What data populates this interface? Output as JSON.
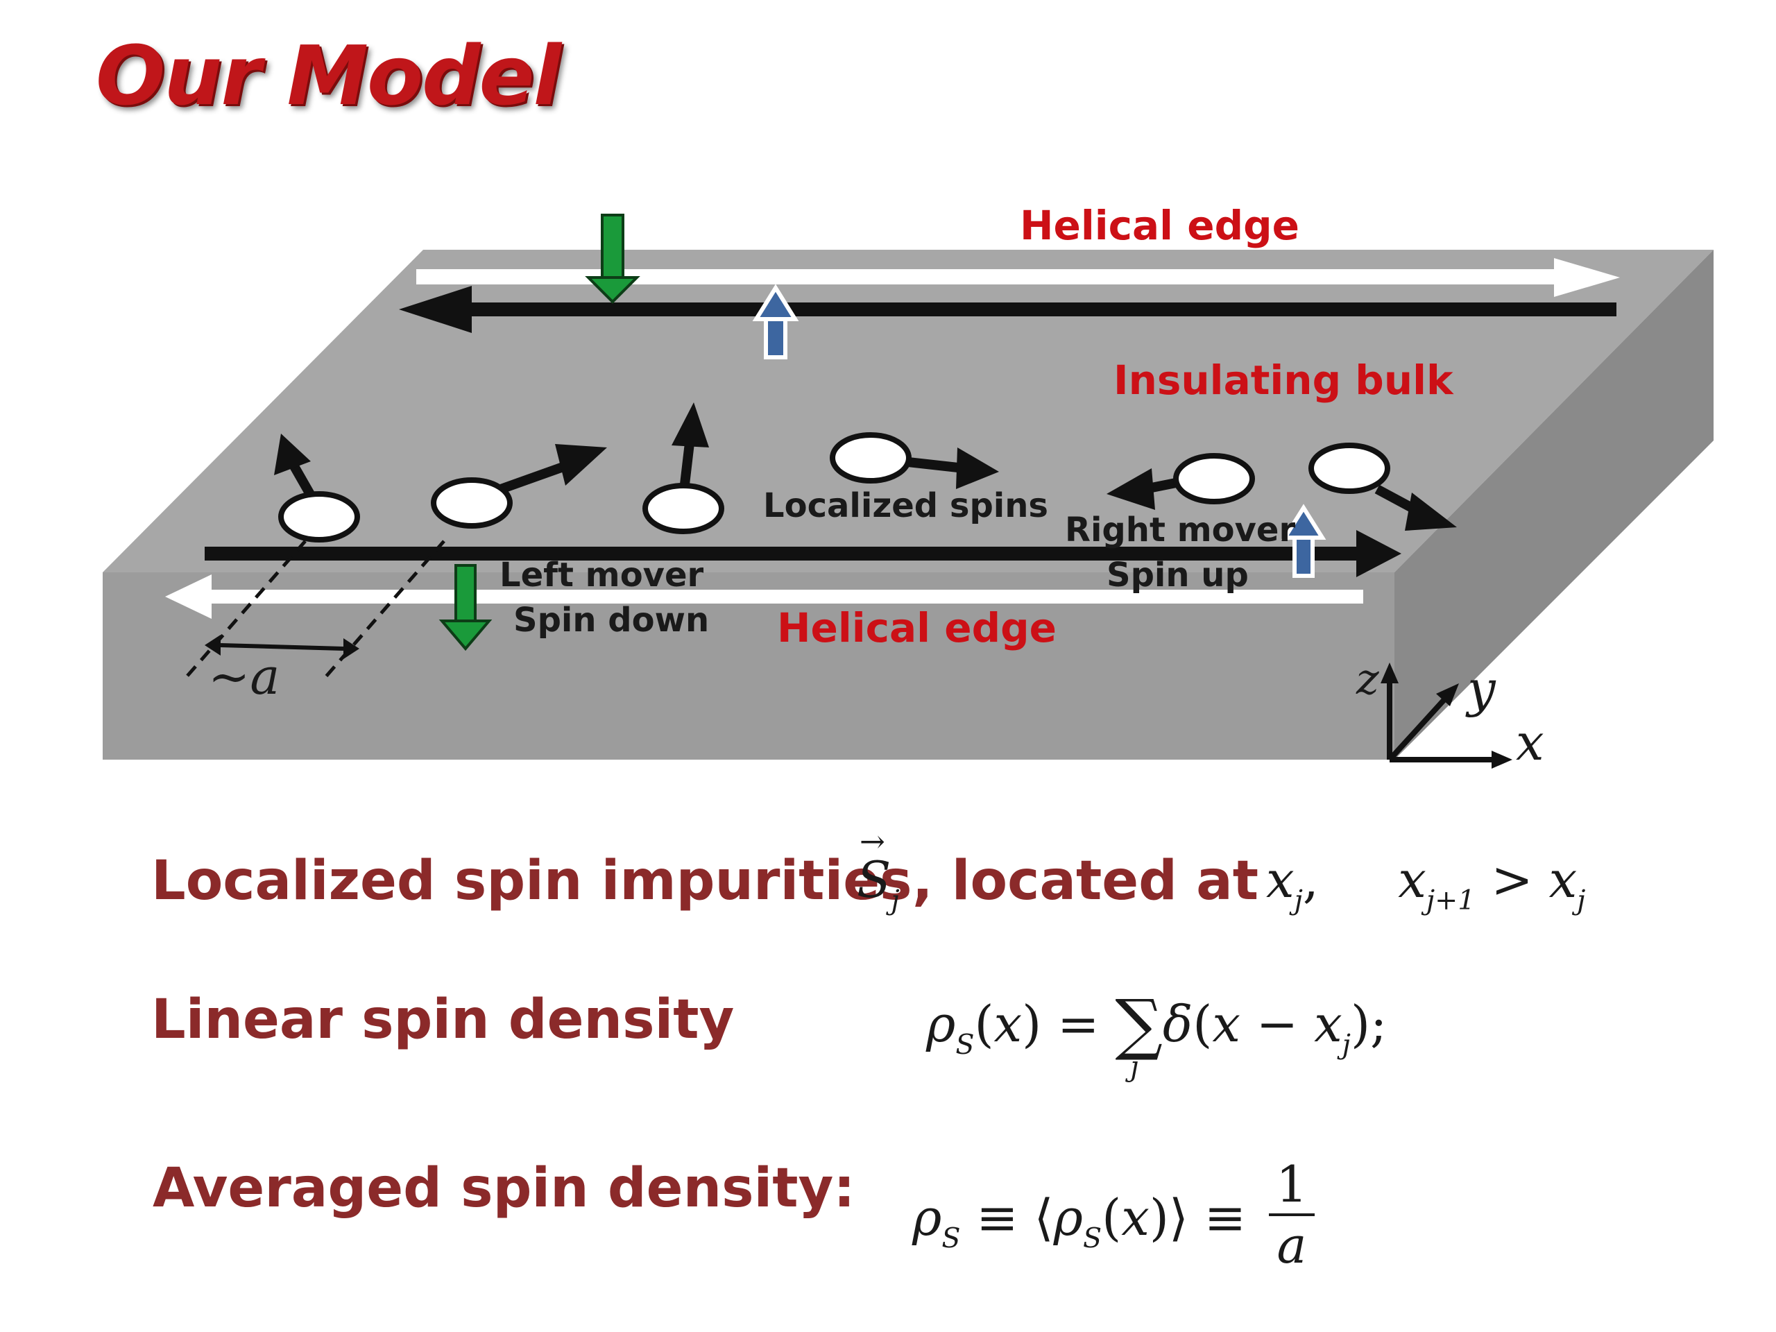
{
  "title": "Our Model",
  "diagram": {
    "top_edge_label": "Helical edge",
    "bulk_label": "Insulating bulk",
    "localized_spins_label": "Localized spins",
    "right_mover_label": "Right mover",
    "spin_up_label": "Spin up",
    "left_mover_label": "Left mover",
    "spin_down_label": "Spin down",
    "bottom_edge_label": "Helical edge",
    "spacing_label": "~a",
    "axis_x": "x",
    "axis_y": "y",
    "axis_z": "z",
    "colors": {
      "slab_top": "#a7a7a7",
      "slab_front": "#9a9a9a",
      "slab_side": "#8a8a8a",
      "spin_down_arrow": "#1a9a3a",
      "spin_up_arrow": "#3d66a0",
      "label_red": "#cc1016",
      "text_maroon": "#8b2a2a"
    }
  },
  "statements": {
    "line1_text": "Localized spin impurities",
    "line1_mid": ", located at",
    "line2_text": "Linear spin density",
    "line3_text": "Averaged spin density:"
  }
}
